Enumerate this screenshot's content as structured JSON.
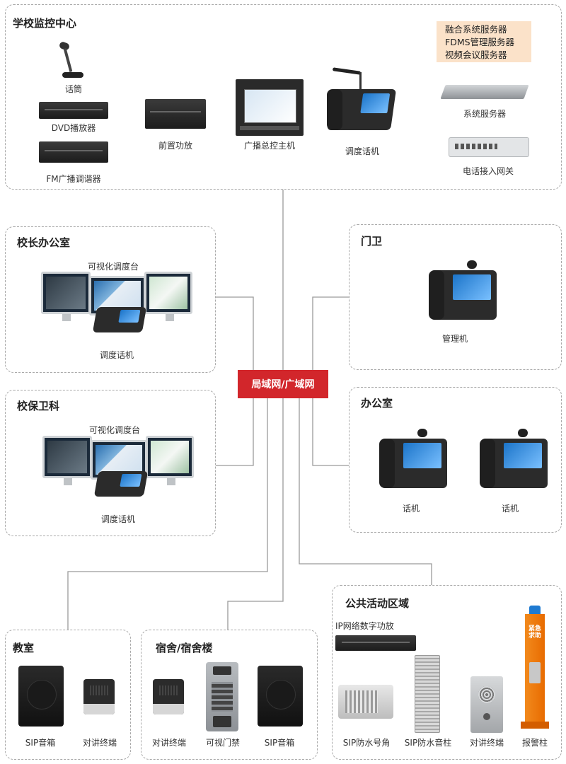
{
  "lan": {
    "label": "局域网/广域网"
  },
  "monitor_center": {
    "title": "学校监控中心",
    "microphone": "话筒",
    "dvd": "DVD播放器",
    "fm": "FM广播调谐器",
    "preamp": "前置功放",
    "broadcast_host": "广播总控主机",
    "dispatch_phone": "调度话机",
    "server_note": [
      "融合系统服务器",
      "FDMS管理服务器",
      "视频会议服务器"
    ],
    "system_server": "系统服务器",
    "gateway": "电话接入网关"
  },
  "principal_office": {
    "title": "校长办公室",
    "console": "可视化调度台",
    "phone": "调度话机"
  },
  "security_dept": {
    "title": "校保卫科",
    "console": "可视化调度台",
    "phone": "调度话机"
  },
  "gate": {
    "title": "门卫",
    "device": "管理机"
  },
  "office": {
    "title": "办公室",
    "phone1": "话机",
    "phone2": "话机"
  },
  "classroom": {
    "title": "教室",
    "speaker": "SIP音箱",
    "intercom": "对讲终端"
  },
  "dormitory": {
    "title": "宿舍/宿舍楼",
    "intercom": "对讲终端",
    "door_access": "可视门禁",
    "speaker": "SIP音箱"
  },
  "public_area": {
    "title": "公共活动区域",
    "amp": "IP网络数字功放",
    "horn": "SIP防水号角",
    "column": "SIP防水音柱",
    "intercom": "对讲终端",
    "alarm_post": "报警柱",
    "alarm_post_text": "紧急求助"
  },
  "colors": {
    "accent_red": "#d2262b",
    "wire_orange": "#f0a040",
    "wire_gray": "#9a9a9a",
    "note_bg": "#fbe2c9"
  }
}
